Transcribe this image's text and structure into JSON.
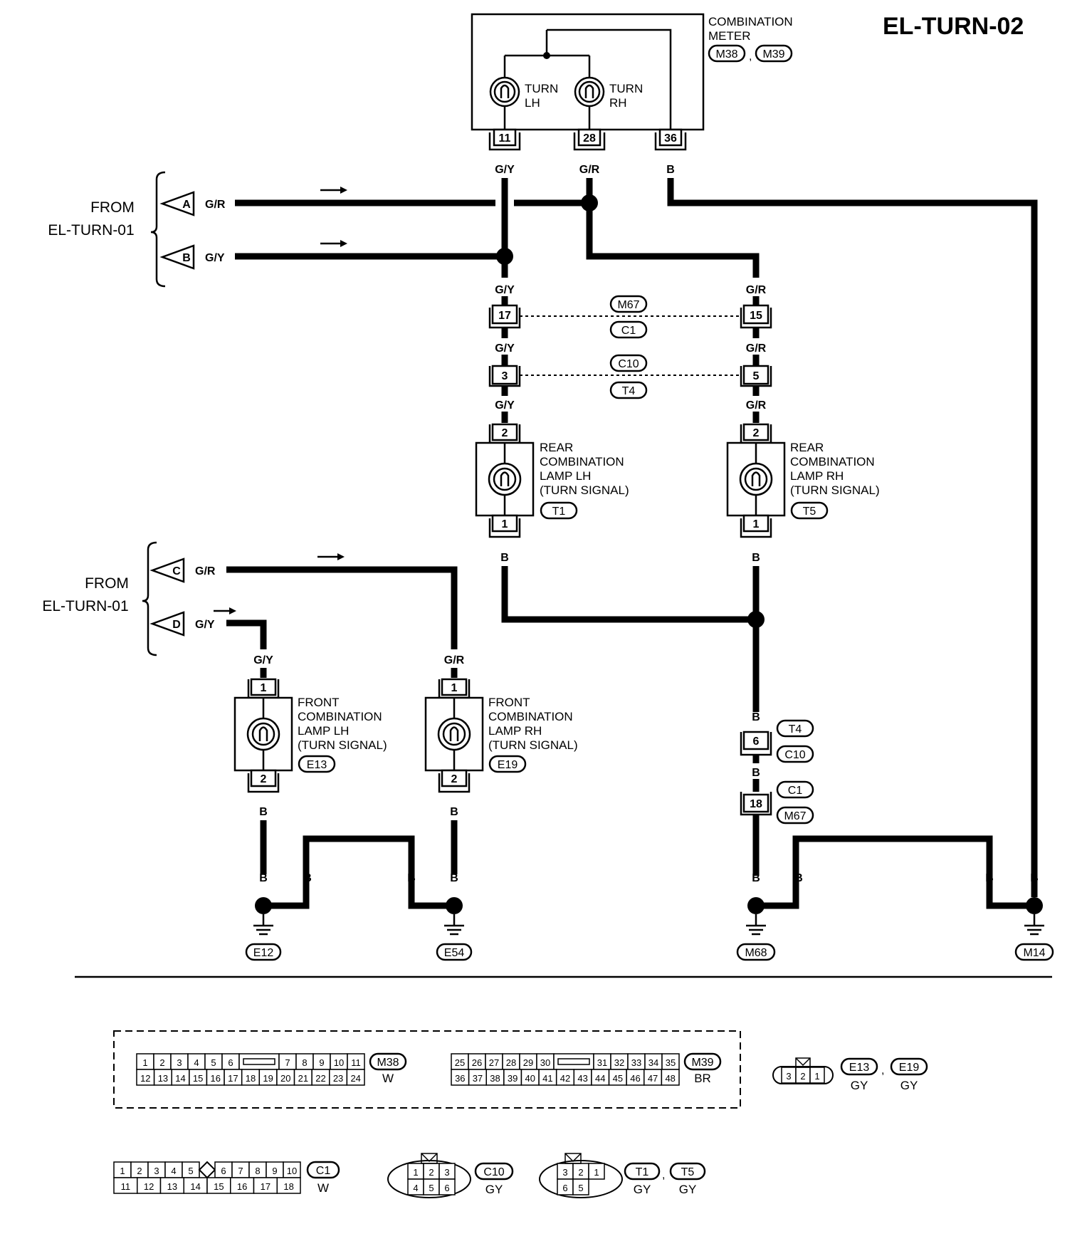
{
  "page_title": "EL-TURN-02",
  "combination_meter": {
    "name_lines": [
      "COMBINATION",
      "METER"
    ],
    "connectors": [
      "M38",
      "M39"
    ],
    "lamps": [
      {
        "lines": [
          "TURN",
          "LH"
        ]
      },
      {
        "lines": [
          "TURN",
          "RH"
        ]
      }
    ],
    "pins": [
      "11",
      "28",
      "36"
    ]
  },
  "from_label": [
    "FROM",
    "EL-TURN-01"
  ],
  "inputs": [
    {
      "letter": "A",
      "wire": "G/R"
    },
    {
      "letter": "B",
      "wire": "G/Y"
    },
    {
      "letter": "C",
      "wire": "G/R"
    },
    {
      "letter": "D",
      "wire": "G/Y"
    }
  ],
  "wire_colors": {
    "pin11": "G/Y",
    "pin28": "G/R",
    "pin36": "B",
    "left_seg1": "G/Y",
    "left_seg2": "G/Y",
    "left_seg3": "G/Y",
    "right_seg1": "G/R",
    "right_seg2": "G/R",
    "right_seg3": "G/R",
    "rear_lh_out": "B",
    "rear_rh_out": "B",
    "front_lh_in": "G/Y",
    "front_rh_in": "G/R",
    "front_lh_out": "B",
    "front_rh_out": "B",
    "ground_path": "B"
  },
  "joint_connectors": [
    {
      "left_pin": "17",
      "right_pin": "15",
      "refs": [
        "M67",
        "C1"
      ]
    },
    {
      "left_pin": "3",
      "right_pin": "5",
      "refs": [
        "C10",
        "T4"
      ]
    }
  ],
  "right_ground_connectors": [
    {
      "pin": "6",
      "refs": [
        "T4",
        "C10"
      ]
    },
    {
      "pin": "18",
      "refs": [
        "C1",
        "M67"
      ]
    }
  ],
  "components": {
    "rear_lh": {
      "lines": [
        "REAR",
        "COMBINATION",
        "LAMP LH",
        "(TURN SIGNAL)"
      ],
      "ref": "T1",
      "pins": [
        "2",
        "1"
      ]
    },
    "rear_rh": {
      "lines": [
        "REAR",
        "COMBINATION",
        "LAMP RH",
        "(TURN SIGNAL)"
      ],
      "ref": "T5",
      "pins": [
        "2",
        "1"
      ]
    },
    "front_lh": {
      "lines": [
        "FRONT",
        "COMBINATION",
        "LAMP LH",
        "(TURN SIGNAL)"
      ],
      "ref": "E13",
      "pins": [
        "1",
        "2"
      ]
    },
    "front_rh": {
      "lines": [
        "FRONT",
        "COMBINATION",
        "LAMP RH",
        "(TURN SIGNAL)"
      ],
      "ref": "E19",
      "pins": [
        "1",
        "2"
      ]
    }
  },
  "grounds": [
    "E12",
    "E54",
    "M68",
    "M14"
  ],
  "connector_views": {
    "m38": {
      "row1": [
        "1",
        "2",
        "3",
        "4",
        "5",
        "6",
        "",
        "7",
        "8",
        "9",
        "10",
        "11"
      ],
      "row2": [
        "12",
        "13",
        "14",
        "15",
        "16",
        "17",
        "18",
        "19",
        "20",
        "21",
        "22",
        "23",
        "24"
      ],
      "ref": "M38",
      "color": "W"
    },
    "m39": {
      "row1": [
        "25",
        "26",
        "27",
        "28",
        "29",
        "30",
        "",
        "31",
        "32",
        "33",
        "34",
        "35"
      ],
      "row2": [
        "36",
        "37",
        "38",
        "39",
        "40",
        "41",
        "42",
        "43",
        "44",
        "45",
        "46",
        "47",
        "48"
      ],
      "ref": "M39",
      "color": "BR"
    },
    "e13e19": {
      "pins": [
        "3",
        "2",
        "1"
      ],
      "refs": [
        "E13",
        "E19"
      ],
      "colors": [
        "GY",
        "GY"
      ]
    },
    "c1": {
      "row1": [
        "1",
        "2",
        "3",
        "4",
        "5",
        "",
        "6",
        "7",
        "8",
        "9",
        "10"
      ],
      "row2": [
        "11",
        "12",
        "13",
        "14",
        "15",
        "16",
        "17",
        "18"
      ],
      "ref": "C1",
      "color": "W"
    },
    "c10": {
      "row1": [
        "1",
        "2",
        "3"
      ],
      "row2": [
        "4",
        "5",
        "6"
      ],
      "ref": "C10",
      "color": "GY"
    },
    "t1t5": {
      "row1": [
        "3",
        "2",
        "1"
      ],
      "row2": [
        "6",
        "5"
      ],
      "refs": [
        "T1",
        "T5"
      ],
      "colors": [
        "GY",
        "GY"
      ]
    }
  }
}
